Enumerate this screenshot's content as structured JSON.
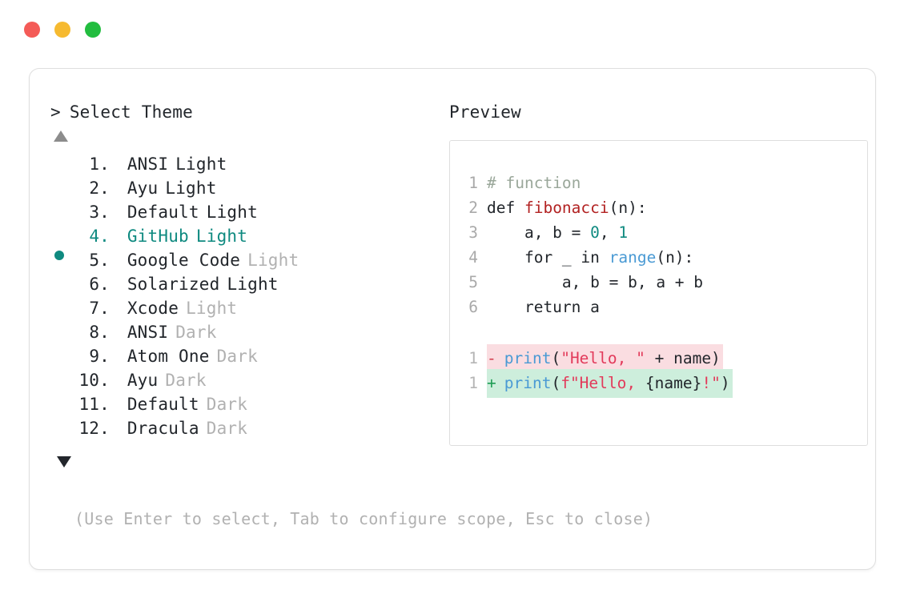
{
  "titlebar": {
    "dots": [
      {
        "name": "close",
        "color": "#f45b57"
      },
      {
        "name": "minimize",
        "color": "#f6ba30"
      },
      {
        "name": "maximize",
        "color": "#22bd3f"
      }
    ]
  },
  "selector": {
    "caret": ">",
    "title": "Select Theme",
    "scroll_up_indicator": "▲",
    "scroll_down_indicator": "▼",
    "selected_index": 4,
    "accent_color": "#0f8a80",
    "items": [
      {
        "index": "1.",
        "name": "ANSI",
        "variant": "Light",
        "variant_muted": false,
        "selected": false
      },
      {
        "index": "2.",
        "name": "Ayu",
        "variant": "Light",
        "variant_muted": false,
        "selected": false
      },
      {
        "index": "3.",
        "name": "Default",
        "variant": "Light",
        "variant_muted": false,
        "selected": false
      },
      {
        "index": "4.",
        "name": "GitHub",
        "variant": "Light",
        "variant_muted": false,
        "selected": true
      },
      {
        "index": "5.",
        "name": "Google Code",
        "variant": "Light",
        "variant_muted": true,
        "selected": false
      },
      {
        "index": "6.",
        "name": "Solarized",
        "variant": "Light",
        "variant_muted": false,
        "selected": false
      },
      {
        "index": "7.",
        "name": "Xcode",
        "variant": "Light",
        "variant_muted": true,
        "selected": false
      },
      {
        "index": "8.",
        "name": "ANSI",
        "variant": "Dark",
        "variant_muted": true,
        "selected": false
      },
      {
        "index": "9.",
        "name": "Atom One",
        "variant": "Dark",
        "variant_muted": true,
        "selected": false
      },
      {
        "index": "10.",
        "name": "Ayu",
        "variant": "Dark",
        "variant_muted": true,
        "selected": false
      },
      {
        "index": "11.",
        "name": "Default",
        "variant": "Dark",
        "variant_muted": true,
        "selected": false
      },
      {
        "index": "12.",
        "name": "Dracula",
        "variant": "Dark",
        "variant_muted": true,
        "selected": false
      }
    ]
  },
  "preview": {
    "label": "Preview",
    "code_lines": [
      {
        "n": "1",
        "tokens": [
          {
            "t": "# function",
            "c": "comment"
          }
        ]
      },
      {
        "n": "2",
        "tokens": [
          {
            "t": "def ",
            "c": "kw"
          },
          {
            "t": "fibonacci",
            "c": "fn"
          },
          {
            "t": "(n):",
            "c": "plain"
          }
        ]
      },
      {
        "n": "3",
        "tokens": [
          {
            "t": "    a, b = ",
            "c": "plain"
          },
          {
            "t": "0",
            "c": "num"
          },
          {
            "t": ", ",
            "c": "plain"
          },
          {
            "t": "1",
            "c": "num"
          }
        ]
      },
      {
        "n": "4",
        "tokens": [
          {
            "t": "    for _ in ",
            "c": "plain"
          },
          {
            "t": "range",
            "c": "builtin"
          },
          {
            "t": "(n):",
            "c": "plain"
          }
        ]
      },
      {
        "n": "5",
        "tokens": [
          {
            "t": "        a, b = b, a + b",
            "c": "plain"
          }
        ]
      },
      {
        "n": "6",
        "tokens": [
          {
            "t": "    return a",
            "c": "plain"
          }
        ]
      }
    ],
    "diff_lines": [
      {
        "n": "1",
        "kind": "del",
        "sign": "-",
        "tokens": [
          {
            "t": "print",
            "c": "builtin"
          },
          {
            "t": "(",
            "c": "plain"
          },
          {
            "t": "\"Hello, \"",
            "c": "str"
          },
          {
            "t": " + name)",
            "c": "plain"
          }
        ]
      },
      {
        "n": "1",
        "kind": "add",
        "sign": "+",
        "tokens": [
          {
            "t": "print",
            "c": "builtin"
          },
          {
            "t": "(",
            "c": "plain"
          },
          {
            "t": "f\"Hello, ",
            "c": "str"
          },
          {
            "t": "{name}",
            "c": "plain"
          },
          {
            "t": "!\"",
            "c": "bang"
          },
          {
            "t": ")",
            "c": "plain"
          }
        ]
      }
    ],
    "diff_del_bg": "#fadde1",
    "diff_add_bg": "#cdeedc"
  },
  "footer": {
    "hint": "(Use Enter to select, Tab to configure scope, Esc to close)"
  }
}
